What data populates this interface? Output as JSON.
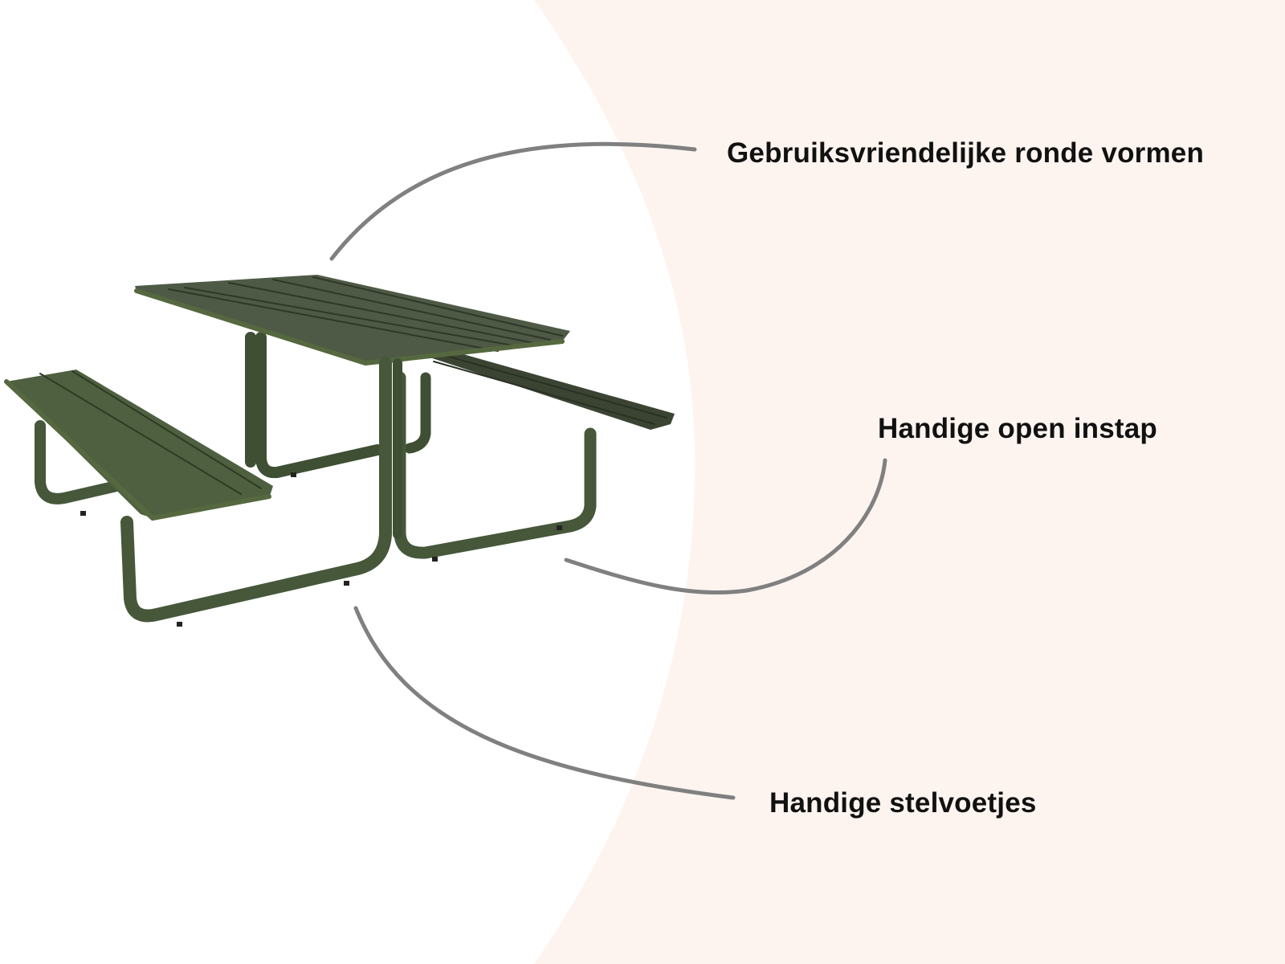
{
  "features": [
    {
      "label": "Gebruiksvriendelijke ronde vormen"
    },
    {
      "label": "Handige open instap"
    },
    {
      "label": "Handige stelvoetjes"
    }
  ],
  "colors": {
    "background_left": "#ffffff",
    "background_right": "#fdf4f0",
    "callout_line": "#808080",
    "table_green": "#4a5a3c",
    "text": "#111111"
  }
}
